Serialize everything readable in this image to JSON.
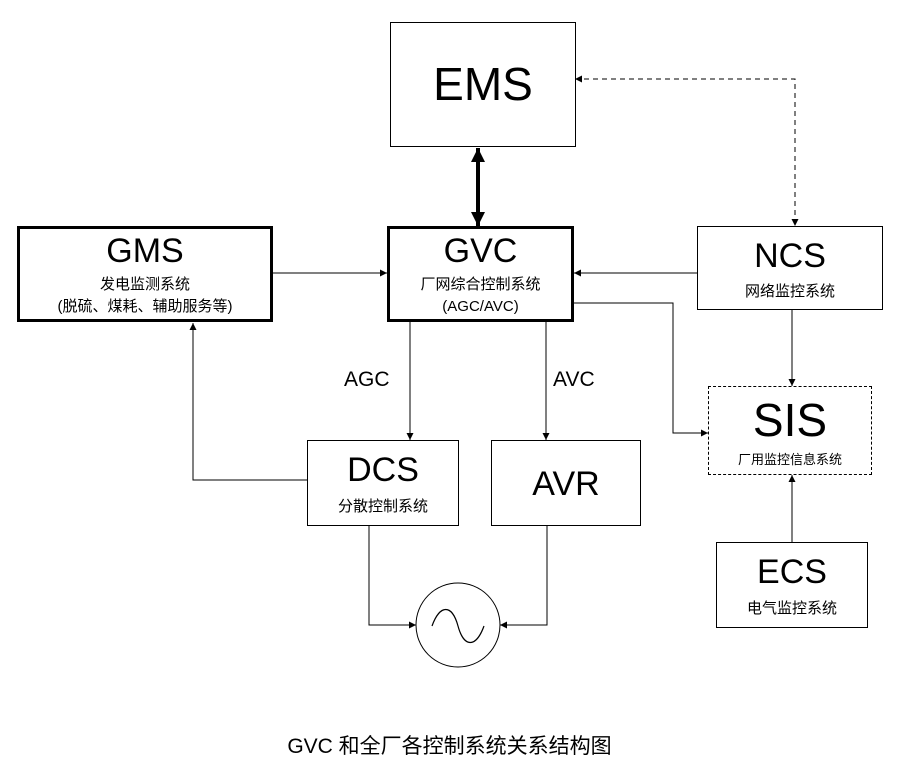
{
  "nodes": {
    "ems": {
      "title": "EMS"
    },
    "gms": {
      "title": "GMS",
      "line1": "发电监测系统",
      "line2": "(脱硫、煤耗、辅助服务等)"
    },
    "gvc": {
      "title": "GVC",
      "line1": "厂网综合控制系统",
      "line2": "(AGC/AVC)"
    },
    "ncs": {
      "title": "NCS",
      "line1": "网络监控系统"
    },
    "sis": {
      "title": "SIS",
      "line1": "厂用监控信息系统"
    },
    "dcs": {
      "title": "DCS",
      "line1": "分散控制系统"
    },
    "avr": {
      "title": "AVR"
    },
    "ecs": {
      "title": "ECS",
      "line1": "电气监控系统"
    },
    "generator": {
      "icon": "generator-icon"
    }
  },
  "edge_labels": {
    "agc": "AGC",
    "avc": "AVC"
  },
  "caption": "GVC 和全厂各控制系统关系结构图"
}
